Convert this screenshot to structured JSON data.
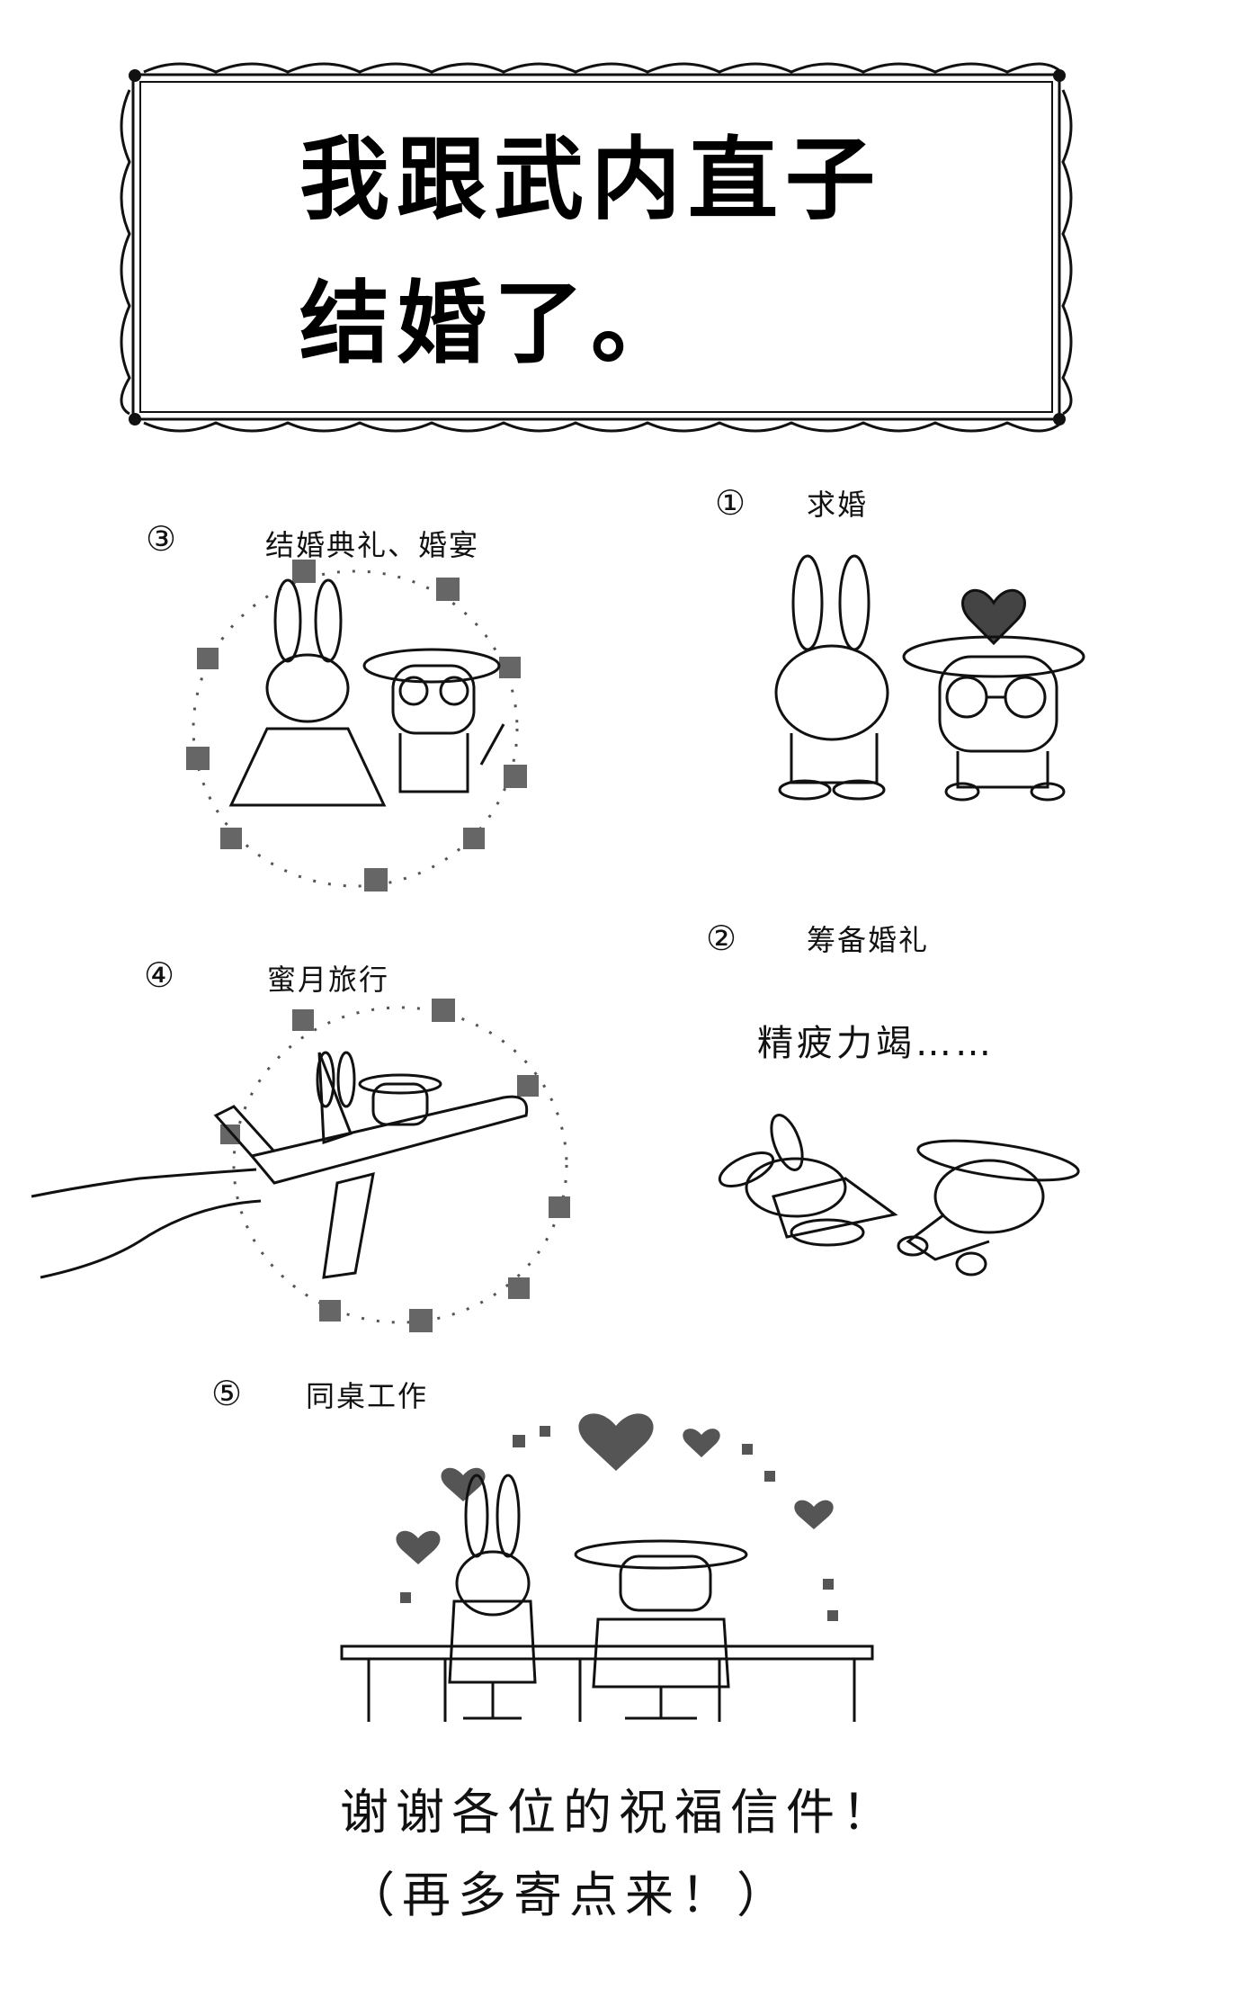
{
  "title": {
    "line1": "我跟武内直子",
    "line2": "结婚了。"
  },
  "steps": [
    {
      "number": "①",
      "label": "求婚"
    },
    {
      "number": "②",
      "label": "筹备婚礼",
      "caption": "精疲力竭……"
    },
    {
      "number": "③",
      "label": "结婚典礼、婚宴"
    },
    {
      "number": "④",
      "label": "蜜月旅行"
    },
    {
      "number": "⑤",
      "label": "同桌工作"
    }
  ],
  "footer": {
    "line1": "谢谢各位的祝福信件！",
    "line2": "（再多寄点来！）"
  },
  "colors": {
    "ink": "#111111",
    "paper": "#ffffff",
    "screentone": "#555555"
  }
}
